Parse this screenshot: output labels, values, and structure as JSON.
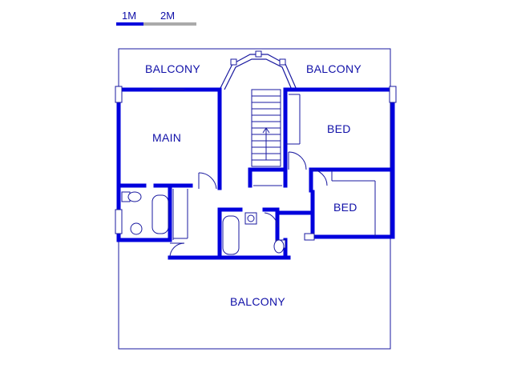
{
  "scale_bar": {
    "label_1": "1M",
    "label_2": "2M",
    "colors": {
      "filled": "#0000dd",
      "empty": "#aaaaaa"
    }
  },
  "rooms": {
    "balcony_top_left": "BALCONY",
    "balcony_top_right": "BALCONY",
    "main": "MAIN",
    "bed_1": "BED",
    "bed_2": "BED",
    "balcony_bottom": "BALCONY"
  },
  "colors": {
    "wall": "#0000dd",
    "line": "#1a1aa0",
    "text": "#1010a8"
  }
}
